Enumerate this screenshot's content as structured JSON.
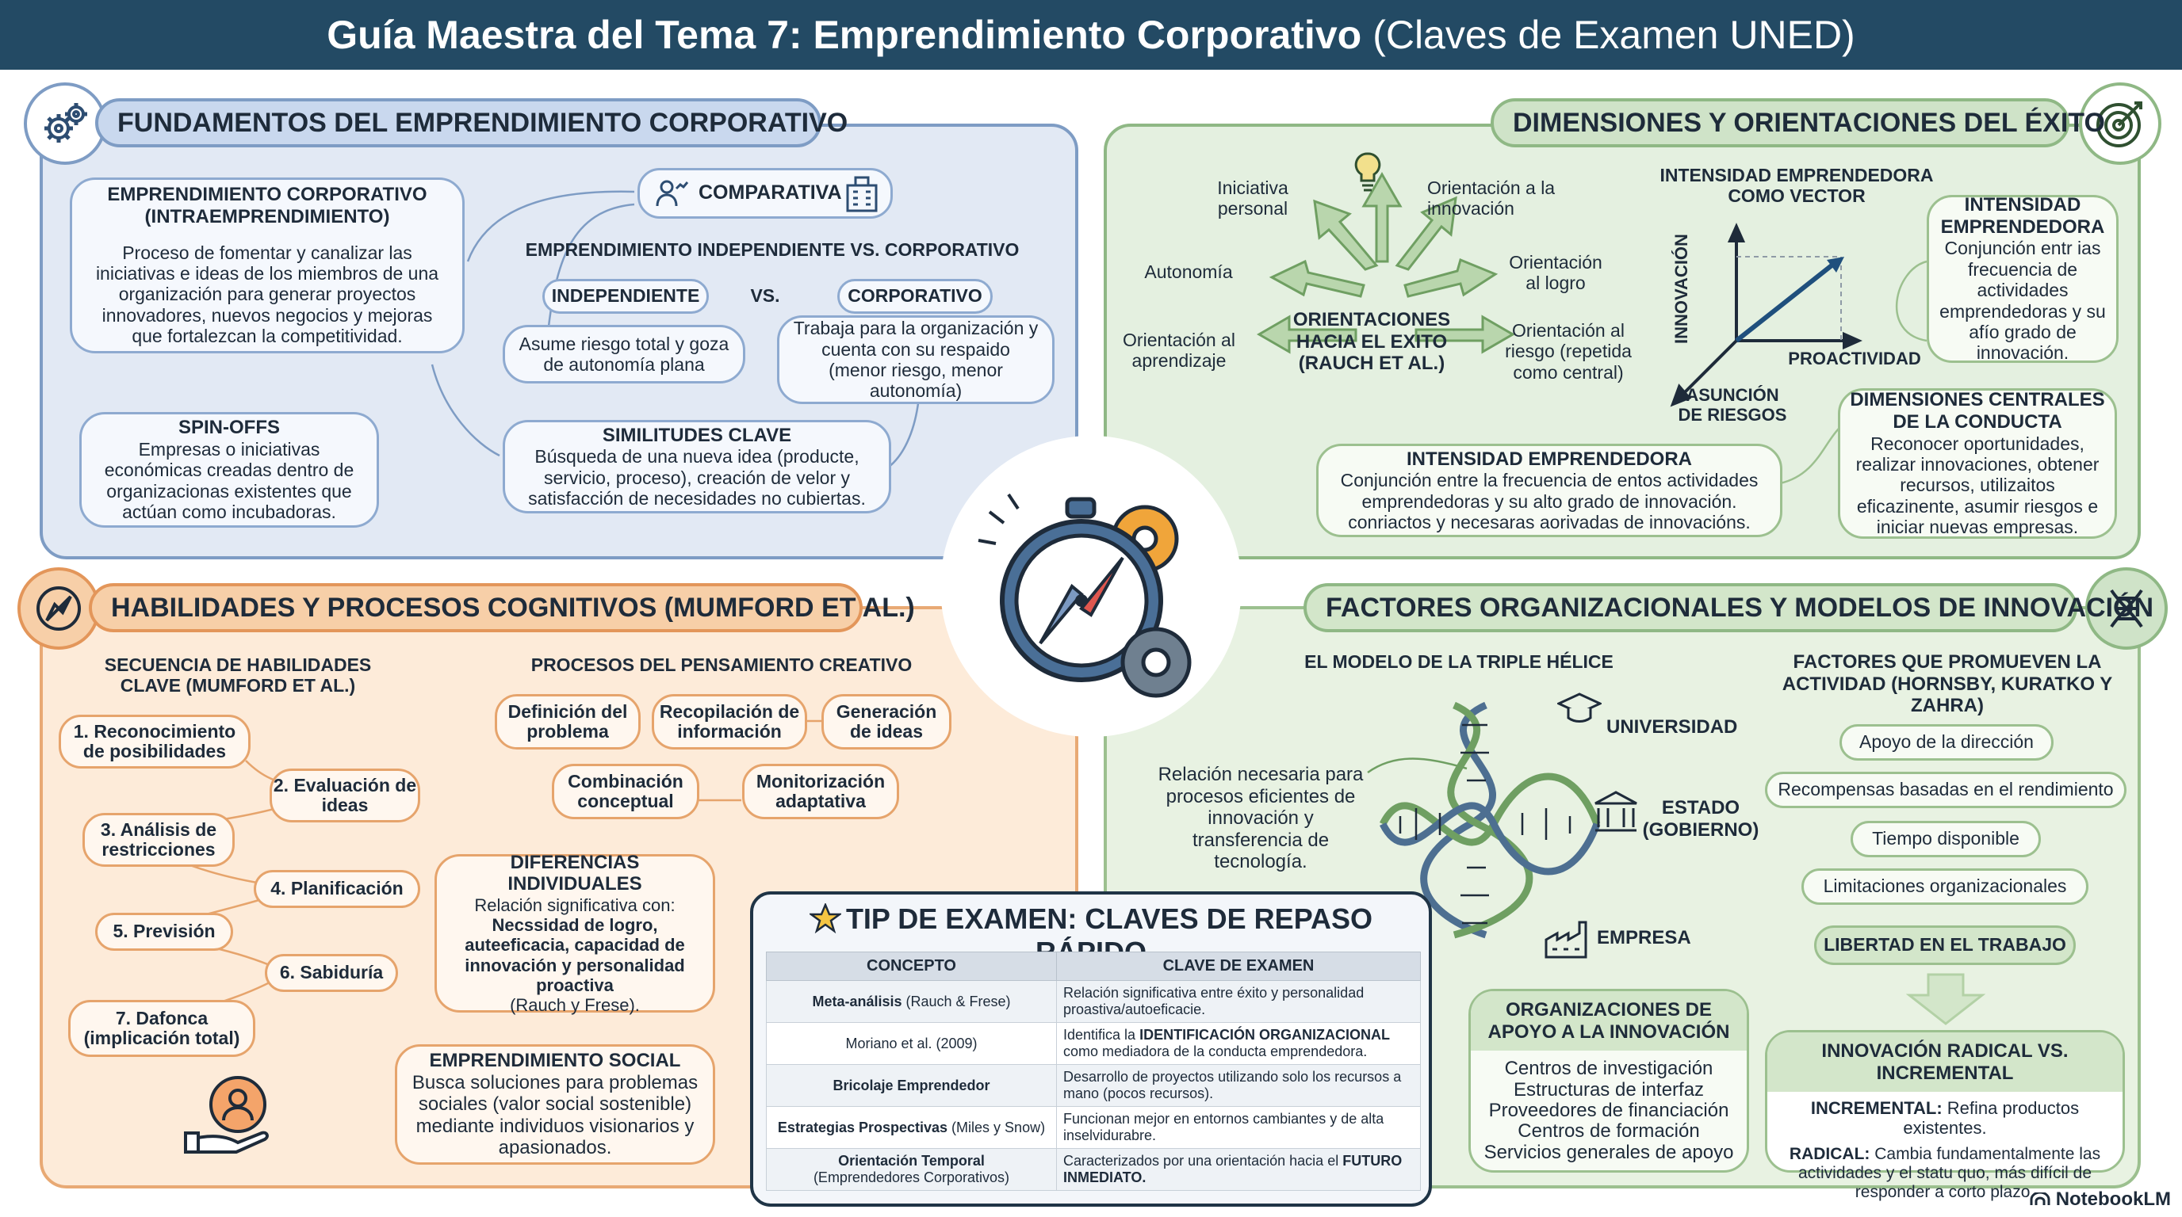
{
  "title": {
    "main": "Guía Maestra del Tema 7: Emprendimiento Corporativo",
    "sub": "(Claves de Examen UNED)"
  },
  "fundamentos": {
    "header": "FUNDAMENTOS DEL EMPRENDIMIENTO CORPORATIVO",
    "def_title": "EMPRENDIMIENTO CORPORATIVO (INTRAEMPRENDIMIENTO)",
    "def_text": "Proceso de fomentar y canalizar las iniciativas e ideas de los miembros de una organización para generar proyectos innovadores, nuevos negocios y mejoras que fortalezcan la competitividad.",
    "comparativa": "COMPARATIVA",
    "vs_title": "EMPRENDIMIENTO INDEPENDIENTE VS. CORPORATIVO",
    "independiente": "INDEPENDIENTE",
    "vs": "VS.",
    "corporativo": "CORPORATIVO",
    "indep_text": "Asume riesgo total y goza de autonomía plana",
    "corp_text": "Trabaja para la organización y cuenta con su respaido (menor riesgo, menor autonomía)",
    "spin_title": "SPIN-OFFS",
    "spin_text": "Empresas o iniciativas económicas creadas dentro de organizacionas existentes que actúan como incubadoras.",
    "sim_title": "SIMILITUDES CLAVE",
    "sim_text": "Búsqueda de una nueva idea (producte, servicio, proceso), creación de velor y satisfacción de necesidades no cubiertas."
  },
  "dimensiones": {
    "header": "DIMENSIONES Y ORIENTACIONES DEL ÉXITO",
    "center": "ORIENTACIONES HACIA EL EXITO (RAUCH ET AL.)",
    "iniciativa": "Iniciativa personal",
    "innovacion": "Orientación a la innovación",
    "autonomia": "Autonomía",
    "logro": "Orientación al logro",
    "aprendizaje": "Orientación al aprendizaje",
    "riesgo": "Orientación al riesgo (repetida como central)",
    "vector_title": "INTENSIDAD EMPRENDEDORA COMO VECTOR",
    "axis_y": "INNOVACIÓN",
    "axis_x": "PROACTIVIDAD",
    "axis_z": "ASUNCIÓN DE RIESGOS",
    "int_box_title": "INTENSIDAD EMPRENDEDORA",
    "int_box_text": "Conjunción entr ias frecuencia de actividades emprendedoras y su afío grado de innovación.",
    "int2_title": "INTENSIDAD EMPRENDEDORA",
    "int2_text": "Conjunción entre la frecuencia de entos actividades emprendedoras y su alto grado de innovación. conriactos y necesaras aorivadas de innovacións.",
    "dim_title": "DIMENSIONES CENTRALES DE LA CONDUCTA",
    "dim_text": "Reconocer oportunidades, realizar innovaciones, obtener recursos, utilizaitos eficazinente, asumir riesgos e iniciar nuevas empresas."
  },
  "habilidades": {
    "header": "HABILIDADES Y PROCESOS COGNITIVOS (MUMFORD ET AL.)",
    "seq_title": "SECUENCIA DE HABILIDADES CLAVE (MUMFORD ET AL.)",
    "steps": [
      "1. Reconocimiento de posibilidades",
      "2. Evaluación de ideas",
      "3. Análisis de restricciones",
      "4. Planificación",
      "5. Previsión",
      "6. Sabiduría",
      "7. Dafonca (implicación total)"
    ],
    "proc_title": "PROCESOS DEL PENSAMIENTO CREATIVO",
    "procs": [
      "Definición del problema",
      "Recopilación de información",
      "Generación de ideas",
      "Combinación conceptual",
      "Monitorización adaptativa"
    ],
    "dif_title": "DIFERENCIAS INDIVIDUALES",
    "dif_text1": "Relación significativa con:",
    "dif_text2": "Necssidad de logro, auteeficacia, capacidad de innovación y personalidad proactiva",
    "dif_text3": "(Rauch y Frese).",
    "social_title": "EMPRENDIMIENTO SOCIAL",
    "social_text": "Busca soluciones para problemas sociales (valor social sostenible) mediante individuos visionarios y apasionados."
  },
  "factores": {
    "header": "FACTORES ORGANIZACIONALES Y MODELOS DE INNOVACIÓN",
    "helix_title": "EL MODELO DE LA TRIPLE HÉLICE",
    "helix_text": "Relación necesaria para procesos eficientes de innovación y transferencia de tecnología.",
    "universidad": "UNIVERSIDAD",
    "estado": "ESTADO (GOBIERNO)",
    "empresa": "EMPRESA",
    "apoyo_title": "ORGANIZACIONES DE APOYO A LA INNOVACIÓN",
    "apoyo_items": [
      "Centros de investigación",
      "Estructuras de interfaz",
      "Proveedores de financiación",
      "Centros de formación",
      "Servicios generales de apoyo"
    ],
    "promo_title": "FACTORES QUE PROMUEVEN LA ACTIVIDAD (HORNSBY, KURATKO Y ZAHRA)",
    "promo_items": [
      "Apoyo de la dirección",
      "Recompensas basadas en el rendimiento",
      "Tiempo disponible",
      "Limitaciones organizacionales"
    ],
    "libertad": "LIBERTAD EN EL TRABAJO",
    "radical_title": "INNOVACIÓN RADICAL VS. INCREMENTAL",
    "incremental_label": "INCREMENTAL:",
    "incremental_text": "Refina productos existentes.",
    "radical_label": "RADICAL:",
    "radical_text": "Cambia fundamentalmente las actividades y el statu quo, más difícil de responder a corto plazo."
  },
  "tip": {
    "title": "TIP DE EXAMEN: CLAVES DE REPASO RÁPIDO",
    "col1": "CONCEPTO",
    "col2": "CLAVE DE EXAMEN",
    "rows": [
      {
        "c1b": "Meta-análisis",
        "c1": " (Rauch & Frese)",
        "c2": "Relación significativa entre éxito y personalidad proastiva/autoeficacie.",
        "c2b": ""
      },
      {
        "c1b": "",
        "c1": "Moriano et al. (2009)",
        "c2": "Identifica la ",
        "c2b": "IDENTIFICACIÓN ORGANIZACIONAL",
        "c2e": " como mediadora de la conducta emprendedora."
      },
      {
        "c1b": "Bricolaje Emprendedor",
        "c1": "",
        "c2": "Desarrollo de proyectos utilizando solo los recursos a mano (pocos recursos).",
        "c2b": ""
      },
      {
        "c1b": "Estrategias Prospectivas",
        "c1": " (Miles y Snow)",
        "c2": "Funcionan mejor en entornos cambiantes y de alta inselvidurabre.",
        "c2b": ""
      },
      {
        "c1b": "Orientación Temporal",
        "c1": "(Emprendedores Corporativos)",
        "c2": "Caracterizados por una orientación hacia el ",
        "c2b": "FUTURO INMEDIATO."
      }
    ]
  },
  "brand": "NotebookLM",
  "colors": {
    "title_bg": "#234a64",
    "blue": "#7e9cc4",
    "green": "#8fb885",
    "orange": "#e8a974",
    "arrow_blue": "#2d5a84"
  }
}
